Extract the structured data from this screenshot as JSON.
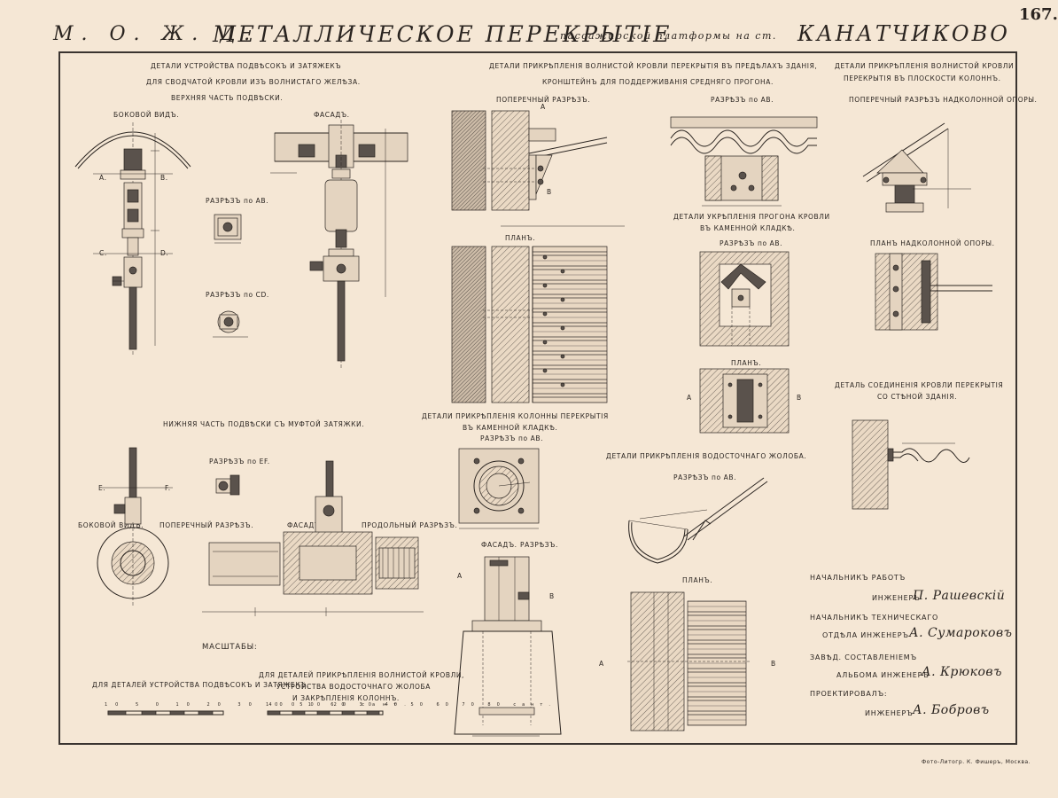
{
  "header": {
    "left": "М. О. Ж. Д.",
    "title": "МЕТАЛЛИЧЕСКОЕ ПЕРЕКРЫТІЕ",
    "middle": "пассажирской платформы на ст.",
    "right": "КАНАТЧИКОВО",
    "sheet_number": "167."
  },
  "captions": {
    "susp_title_1": "ДЕТАЛИ УСТРОЙСТВА ПОДВѢСОКЪ И ЗАТЯЖЕКЪ",
    "susp_title_2": "ДЛЯ СВОДЧАТОЙ КРОВЛИ ИЗЪ ВОЛНИСТАГО ЖЕЛѢЗА.",
    "upper_part": "ВЕРХНЯЯ ЧАСТЬ ПОДВѢСКИ.",
    "side_view": "БОКОВОЙ ВИДЪ.",
    "facade": "ФАСАДЪ.",
    "section_ab": "РАЗРѢЗЪ по АВ.",
    "section_cd": "РАЗРѢЗЪ по CD.",
    "lower_part": "НИЖНЯЯ ЧАСТЬ ПОДВѢСКИ СЪ МУФТОЙ ЗАТЯЖКИ.",
    "section_ef": "РАЗРѢЗЪ по EF.",
    "side_view_2": "БОКОВОЙ ВИДЪ.",
    "cross_section": "ПОПЕРЕЧНЫЙ РАЗРѢЗЪ.",
    "facade_2": "ФАСАДЪ.",
    "long_section": "ПРОДОЛЬНЫЙ РАЗРѢЗЪ.",
    "scales": "МАСШТАБЫ:",
    "scale_1": "ДЛЯ ДЕТАЛЕЙ УСТРОЙСТВА ПОДВѢСОКЪ И ЗАТЯЖЕКЪ.",
    "scale_2a": "ДЛЯ ДЕТАЛЕЙ ПРИКРѢПЛЕНІЯ ВОЛНИСТОЙ КРОВЛИ,",
    "scale_2b": "УСТРОЙСТВА ВОДОСТОЧНАГО ЖОЛОБА",
    "scale_2c": "И ЗАКРѢПЛЕНІЯ КОЛОННЪ.",
    "roof_title_1": "ДЕТАЛИ ПРИКРѢПЛЕНІЯ ВОЛНИСТОЙ КРОВЛИ ПЕРЕКРЫТІЯ ВЪ ПРЕДѢЛАХЪ ЗДАНІЯ,",
    "roof_title_2": "КРОНШТЕЙНЪ ДЛЯ ПОДДЕРЖИВАНІЯ СРЕДНЯГО ПРОГОНА.",
    "cross_section_2": "ПОПЕРЕЧНЫЙ РАЗРѢЗЪ.",
    "plan_1": "ПЛАНЪ.",
    "column_title_1": "ДЕТАЛИ ПРИКРѢПЛЕНІЯ КОЛОННЫ ПЕРЕКРЫТІЯ",
    "column_title_2": "ВЪ КАМЕННОЙ КЛАДКѢ.",
    "section_ab_2": "РАЗРѢЗЪ по АВ.",
    "facade_3": "ФАСАДЪ.",
    "section_3": "РАЗРѢЗЪ.",
    "section_ab_3": "РАЗРѢЗЪ по АВ.",
    "purlin_title_1": "ДЕТАЛИ УКРѢПЛЕНІЯ ПРОГОНА КРОВЛИ",
    "purlin_title_2": "ВЪ КАМЕННОЙ КЛАДКѢ.",
    "section_ab_4": "РАЗРѢЗЪ по АВ.",
    "plan_2": "ПЛАНЪ.",
    "gutter_title": "ДЕТАЛИ ПРИКРѢПЛЕНІЯ ВОДОСТОЧНАГО ЖОЛОБА.",
    "section_ab_5": "РАЗРѢЗЪ по АВ.",
    "plan_3": "ПЛАНЪ.",
    "colroof_title_1": "ДЕТАЛИ ПРИКРѢПЛЕНІЯ ВОЛНИСТОЙ КРОВЛИ",
    "colroof_title_2": "ПЕРЕКРЫТІЯ ВЪ ПЛОСКОСТИ КОЛОННЪ.",
    "cross_section_3": "ПОПЕРЕЧНЫЙ РАЗРѢЗЪ НАДКОЛОННОЙ ОПОРЫ.",
    "plan_support": "ПЛАНЪ НАДКОЛОННОЙ ОПОРЫ.",
    "wall_title_1": "ДЕТАЛЬ СОЕДИНЕНІЯ КРОВЛИ ПЕРЕКРЫТІЯ",
    "wall_title_2": "СО СТѢНОЙ ЗДАНІЯ."
  },
  "labels": {
    "A": "A.",
    "B": "B.",
    "C": "C.",
    "D": "D.",
    "E": "E.",
    "F": "F.",
    "A2": "A",
    "B2": "B"
  },
  "scale_ticks_1": [
    "10",
    "5",
    "0",
    "10",
    "20",
    "30",
    "40",
    "50",
    "60 сант."
  ],
  "scale_ticks_2": [
    "10",
    "0",
    "10",
    "20",
    "30",
    "40",
    "50",
    "60",
    "70",
    "80 сант."
  ],
  "signatures": [
    {
      "role": "НАЧАЛЬНИКЪ РАБОТЪ",
      "title": "ИНЖЕНЕРЪ",
      "name": "П. Рашевскій"
    },
    {
      "role": "НАЧАЛЬНИКЪ ТЕХНИЧЕСКАГО",
      "title": "ОТДѢЛА ИНЖЕНЕРЪ",
      "name": "А. Сумароковъ"
    },
    {
      "role": "ЗАВѢД. СОСТАВЛЕНІЕМЪ",
      "title": "АЛЬБОМА ИНЖЕНЕРЪ",
      "name": "А. Крюковъ"
    },
    {
      "role": "ПРОЕКТИРОВАЛЪ:",
      "title": "ИНЖЕНЕРЪ",
      "name": "А. Бобровъ"
    }
  ],
  "footer": "Фото-Литогр. К. Фишеръ, Москва."
}
